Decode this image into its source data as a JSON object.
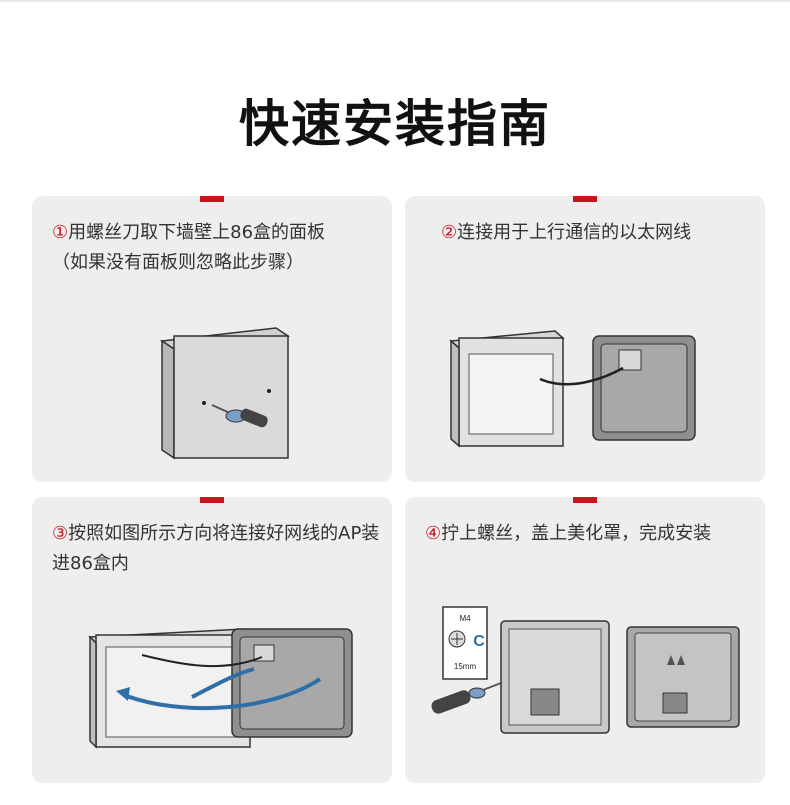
{
  "title": "快速安装指南",
  "steps": [
    {
      "number": "①",
      "text": "用螺丝刀取下墙壁上86盒的面板",
      "note": "（如果没有面板则忽略此步骤）"
    },
    {
      "number": "②",
      "text": "连接用于上行通信的以太网线",
      "note": ""
    },
    {
      "number": "③",
      "text": "按照如图所示方向将连接好网线的AP装进86盒内",
      "note": ""
    },
    {
      "number": "④",
      "text": "拧上螺丝，盖上美化罩，完成安装",
      "note": ""
    }
  ],
  "tool_label": {
    "top": "M4",
    "bottom": "15mm"
  },
  "colors": {
    "accent": "#c4161c",
    "card": "#eeeeee",
    "arrow": "#2f6fa8"
  }
}
